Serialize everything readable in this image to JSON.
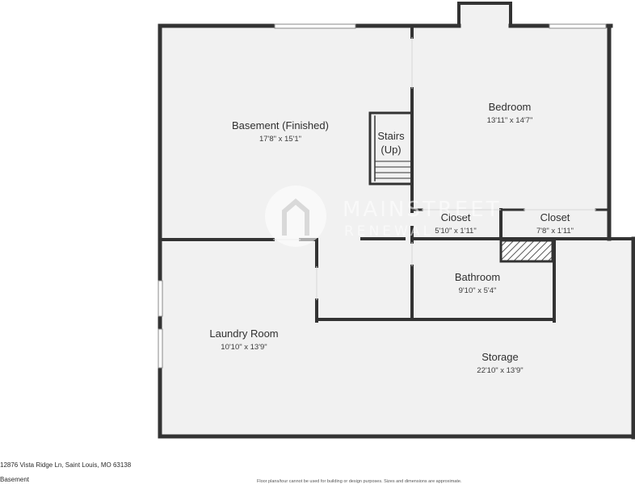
{
  "rooms": {
    "basement": {
      "name": "Basement (Finished)",
      "dims": "17'8\" x 15'1\""
    },
    "stairs": {
      "line1": "Stairs",
      "line2": "(Up)"
    },
    "bedroom": {
      "name": "Bedroom",
      "dims": "13'11\" x 14'7\""
    },
    "closet1": {
      "name": "Closet",
      "dims": "5'10\" x 1'11\""
    },
    "closet2": {
      "name": "Closet",
      "dims": "7'8\" x 1'11\""
    },
    "bathroom": {
      "name": "Bathroom",
      "dims": "9'10\" x 5'4\""
    },
    "laundry": {
      "name": "Laundry Room",
      "dims": "10'10\" x 13'9\""
    },
    "storage": {
      "name": "Storage",
      "dims": "22'10\" x 13'9\""
    }
  },
  "watermark": {
    "line1": "MAINSTREET",
    "line2": "RENEWAL"
  },
  "footer": {
    "address": "12876 Vista Ridge Ln, Saint Louis, MO 63138",
    "floor": "Basement",
    "disclaimer": "Floor plans/tour cannot be used for building or design purposes. Sizes and dimensions are approximate."
  },
  "colors": {
    "wall": "#333333",
    "floor": "#f1f1f1",
    "hatch": "#555555"
  }
}
